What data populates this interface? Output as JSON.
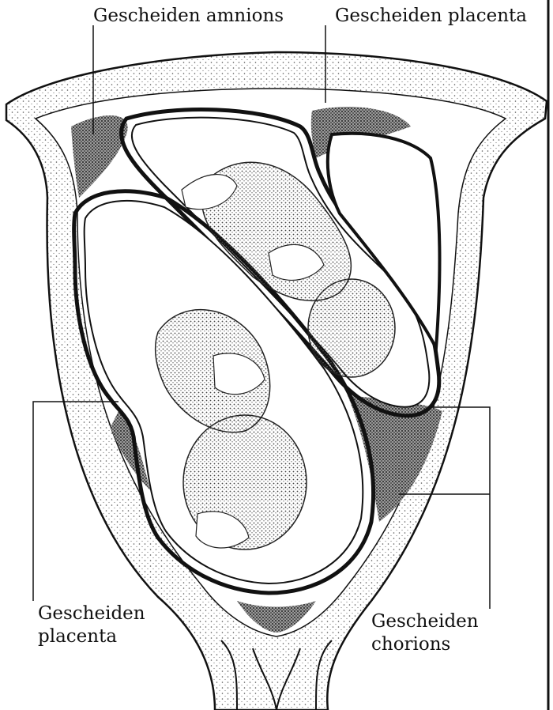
{
  "labels": {
    "separate_amnions": "Gescheiden amnions",
    "separate_placenta_top": "Gescheiden placenta",
    "separate_placenta_bottom_line1": "Gescheiden",
    "separate_placenta_bottom_line2": "placenta",
    "separate_chorions_line1": "Gescheiden",
    "separate_chorions_line2": "chorions"
  },
  "colors": {
    "ink": "#111111",
    "paper": "#ffffff",
    "stipple": "#6a6a6a",
    "placenta": "#3a3a3a"
  }
}
